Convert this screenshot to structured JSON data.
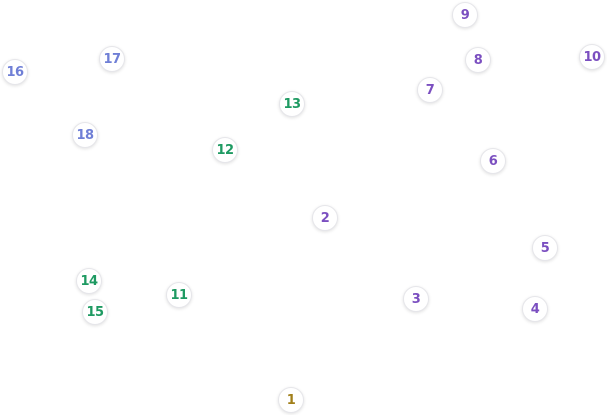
{
  "colors": {
    "gold": "#a17f1a",
    "purple": "#7b4fc0",
    "green": "#1e9a62",
    "blue": "#6f7fd6"
  },
  "nodes": [
    {
      "label": "1",
      "color": "gold"
    },
    {
      "label": "2",
      "color": "purple"
    },
    {
      "label": "3",
      "color": "purple"
    },
    {
      "label": "4",
      "color": "purple"
    },
    {
      "label": "5",
      "color": "purple"
    },
    {
      "label": "6",
      "color": "purple"
    },
    {
      "label": "7",
      "color": "purple"
    },
    {
      "label": "8",
      "color": "purple"
    },
    {
      "label": "9",
      "color": "purple"
    },
    {
      "label": "10",
      "color": "purple"
    },
    {
      "label": "11",
      "color": "green"
    },
    {
      "label": "12",
      "color": "green"
    },
    {
      "label": "13",
      "color": "green"
    },
    {
      "label": "14",
      "color": "green"
    },
    {
      "label": "15",
      "color": "green"
    },
    {
      "label": "16",
      "color": "blue"
    },
    {
      "label": "17",
      "color": "blue"
    },
    {
      "label": "18",
      "color": "blue"
    }
  ]
}
